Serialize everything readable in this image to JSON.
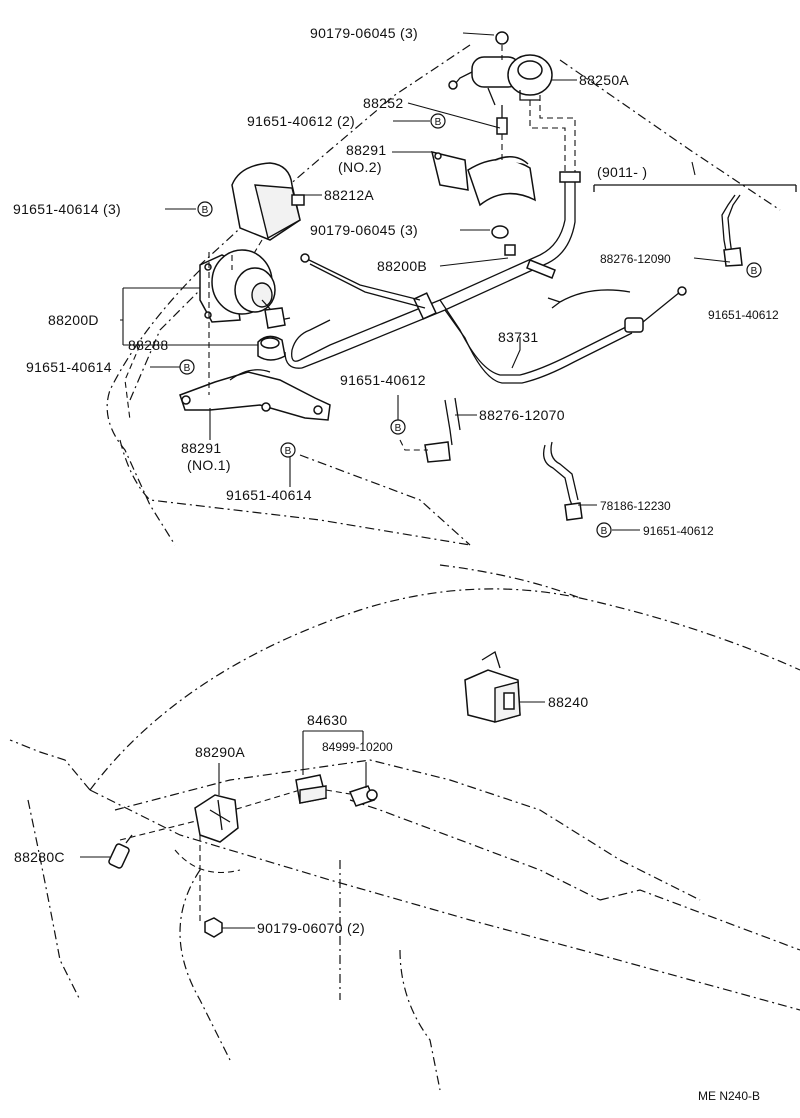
{
  "labels": {
    "p9017906045_top": "90179-06045 (3)",
    "p88250A": "88250A",
    "p88252": "88252",
    "p9165140612_2": "91651-40612 (2)",
    "p88291_no2_a": "88291",
    "p88291_no2_b": "(NO.2)",
    "p88212A": "88212A",
    "p9165140614_3": "91651-40614 (3)",
    "p9017906045_mid": "90179-06045 (3)",
    "p9011": "(9011-        )",
    "p88200B": "88200B",
    "p8827612090": "88276-12090",
    "p9165140612_r": "91651-40612",
    "p88200D": "88200D",
    "p83731": "83731",
    "p88288": "88288",
    "p9165140614_l": "91651-40614",
    "p9165140612_c": "91651-40612",
    "p8827612070": "88276-12070",
    "p88291_no1_a": "88291",
    "p88291_no1_b": "(NO.1)",
    "p9165140614_b": "91651-40614",
    "p7818612230": "78186-12230",
    "p9165140612_br": "91651-40612",
    "p88240": "88240",
    "p84630": "84630",
    "p88290A": "88290A",
    "p8499910200": "84999-10200",
    "p88280C": "88280C",
    "p9017906070": "90179-06070 (2)",
    "footer": "ME   N240-B"
  },
  "b_mark": "B"
}
